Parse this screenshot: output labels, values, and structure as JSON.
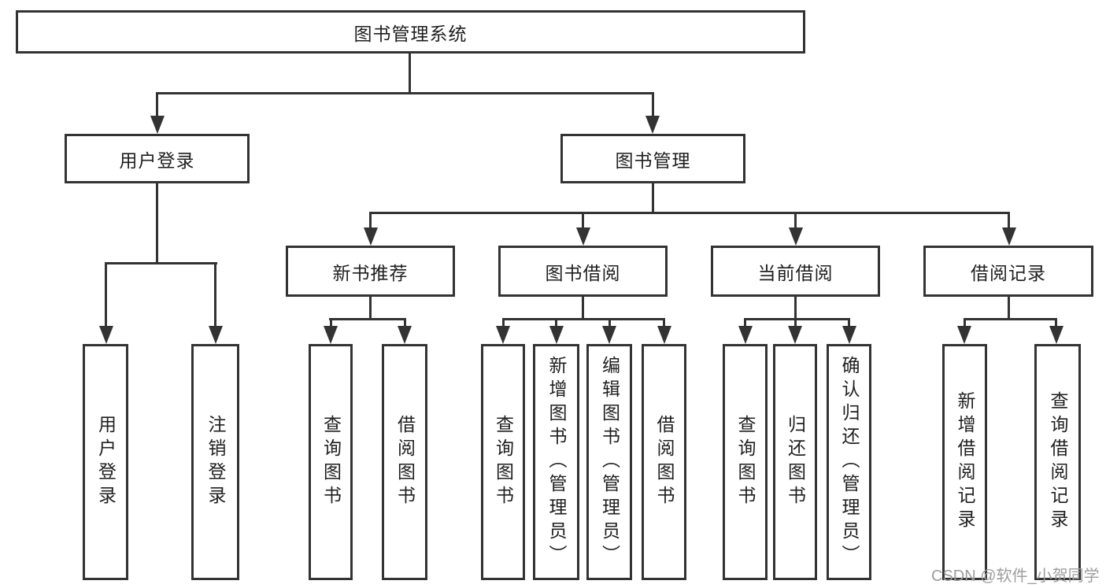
{
  "diagram": {
    "type": "tree",
    "root": {
      "label": "图书管理系统"
    },
    "level2": [
      {
        "label": "用户登录",
        "children": [
          {
            "label": "用户登录"
          },
          {
            "label": "注销登录"
          }
        ]
      },
      {
        "label": "图书管理",
        "children": [
          {
            "label": "新书推荐",
            "children": [
              {
                "label": "查询图书"
              },
              {
                "label": "借阅图书"
              }
            ]
          },
          {
            "label": "图书借阅",
            "children": [
              {
                "label": "查询图书"
              },
              {
                "label": "新增图书（管理员）"
              },
              {
                "label": "编辑图书（管理员）"
              },
              {
                "label": "借阅图书"
              }
            ]
          },
          {
            "label": "当前借阅",
            "children": [
              {
                "label": "查询图书"
              },
              {
                "label": "归还图书"
              },
              {
                "label": "确认归还（管理员）"
              }
            ]
          },
          {
            "label": "借阅记录",
            "children": [
              {
                "label": "新增借阅记录"
              },
              {
                "label": "查询借阅记录"
              }
            ]
          }
        ]
      }
    ]
  },
  "watermark": {
    "text": "CSDN @软件_小贺同学",
    "color": "#9e9e9e"
  },
  "colors": {
    "line": "#333333",
    "box_border": "#333333",
    "text": "#1f1f1f",
    "background": "#ffffff",
    "watermark": "#9e9e9e"
  }
}
